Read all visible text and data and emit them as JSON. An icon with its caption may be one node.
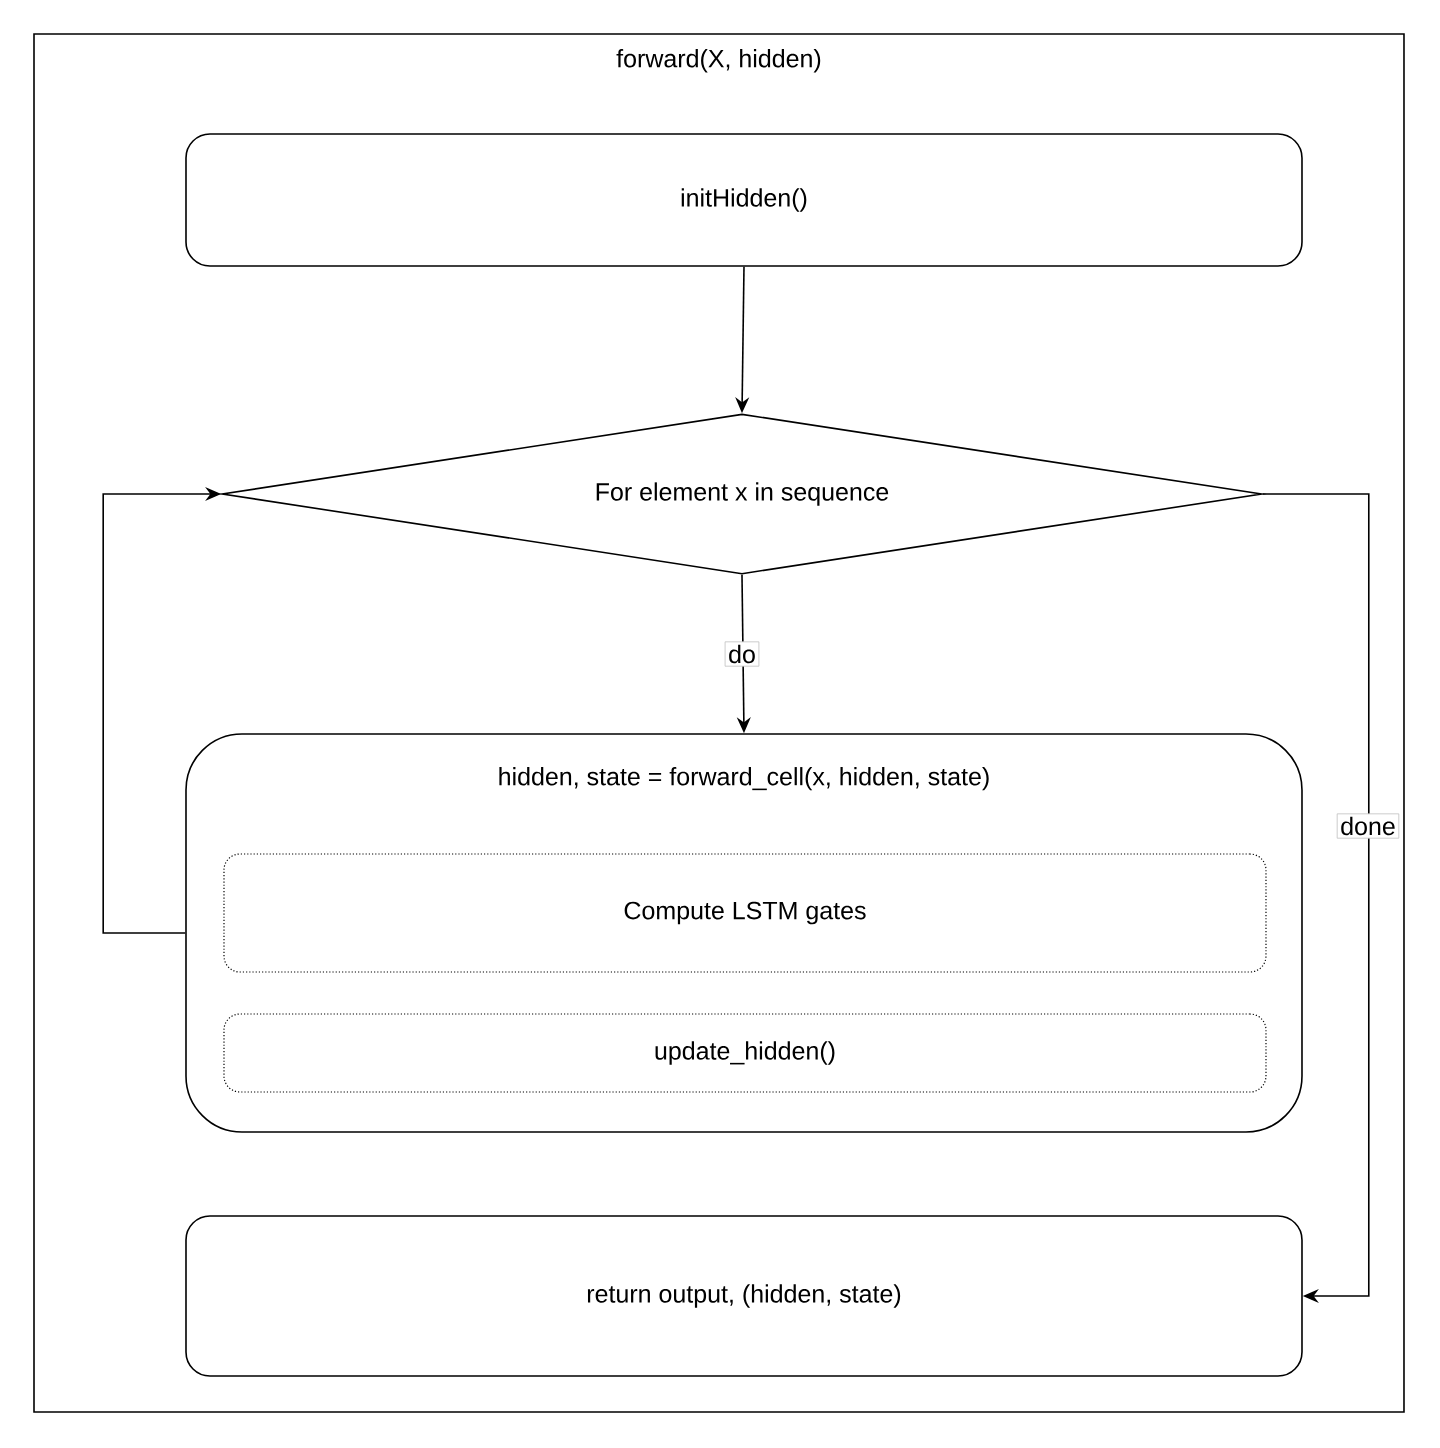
{
  "diagram": {
    "nodes": [
      {
        "text": [
          "forward(X, hidden)"
        ]
      },
      {
        "text": [
          "initHidden()"
        ],
        "in": 0
      },
      {
        "text": [
          "For element x in sequence"
        ],
        "in": 0
      },
      {
        "text": [
          "hidden, state = forward_cell(x, hidden, state)"
        ],
        "in": 0
      },
      {
        "text": [
          "Compute LSTM gates"
        ],
        "in": 3
      },
      {
        "text": [
          "update_hidden()"
        ],
        "in": 3
      },
      {
        "text": [
          "return output, (hidden, state)"
        ],
        "in": 0
      }
    ],
    "edges": [
      {
        "from": 1,
        "to": 2,
        "arrow": "to"
      },
      {
        "from": 2,
        "to": 3,
        "arrow": "to",
        "label": "do"
      },
      {
        "from": 3,
        "to": 2,
        "arrow": "to"
      },
      {
        "from": 2,
        "to": 6,
        "arrow": "to",
        "label": "done"
      }
    ]
  }
}
